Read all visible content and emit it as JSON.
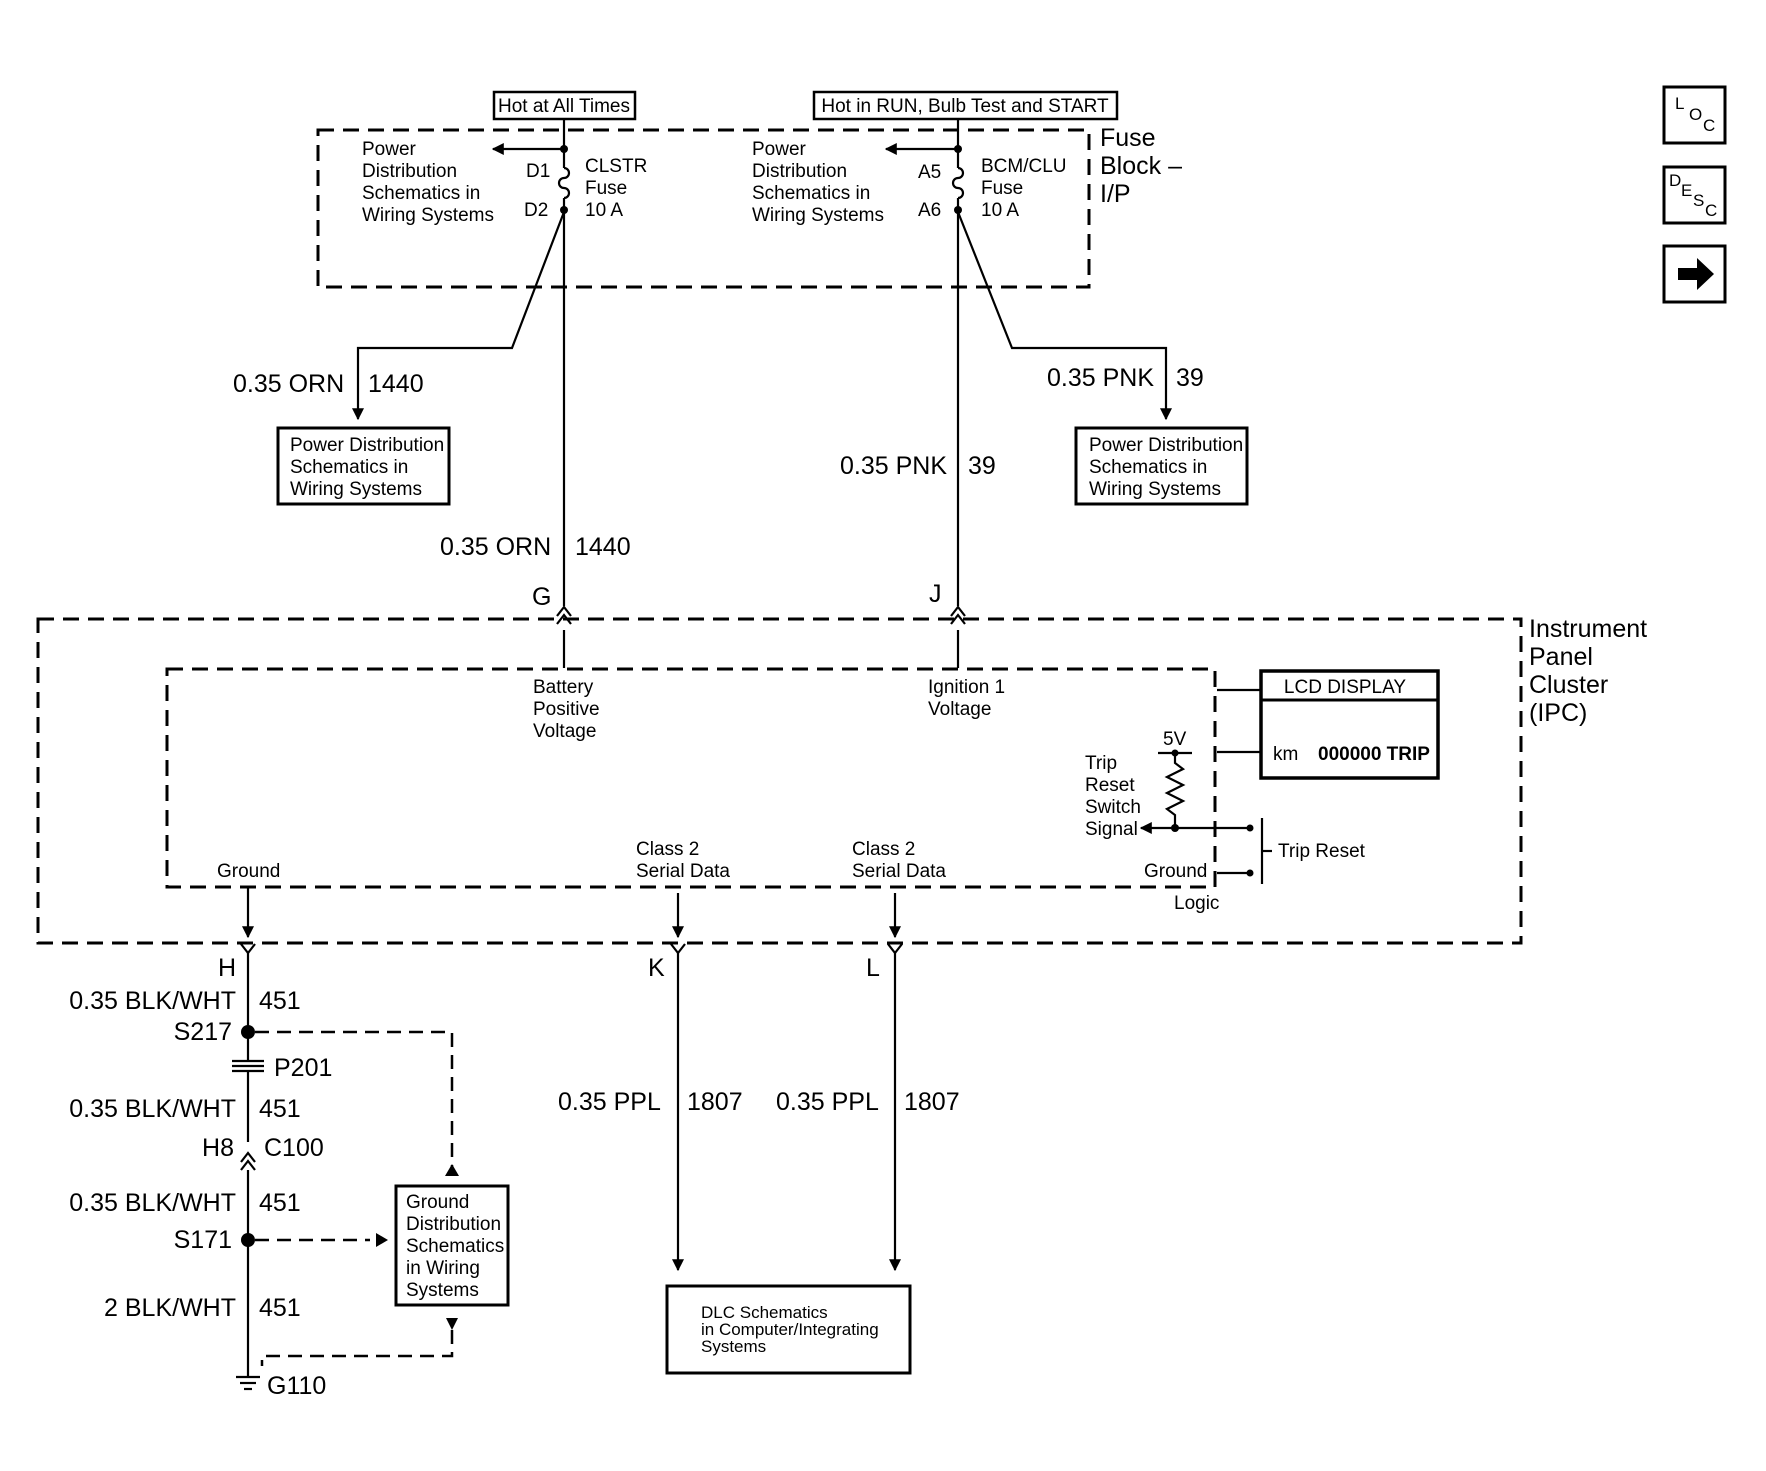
{
  "nav": {
    "loc": [
      "L",
      "O",
      "C"
    ],
    "desc": [
      "D",
      "E",
      "S",
      "C"
    ]
  },
  "fuse_block": {
    "label": [
      "Fuse",
      "Block –",
      "I/P"
    ],
    "hot_all_times": "Hot at All Times",
    "hot_run": "Hot in RUN, Bulb Test and START",
    "pd_text": [
      "Power",
      "Distribution",
      "Schematics in",
      "Wiring Systems"
    ],
    "fuse1": {
      "pin_top": "D1",
      "pin_bottom": "D2",
      "name": [
        "CLSTR",
        "Fuse",
        "10 A"
      ]
    },
    "fuse2": {
      "pin_top": "A5",
      "pin_bottom": "A6",
      "name": [
        "BCM/CLU",
        "Fuse",
        "10 A"
      ]
    }
  },
  "wires": {
    "orn_branch": {
      "size_color": "0.35 ORN",
      "circuit": "1440"
    },
    "orn_main": {
      "size_color": "0.35 ORN",
      "circuit": "1440"
    },
    "pnk_main": {
      "size_color": "0.35 PNK",
      "circuit": "39"
    },
    "pnk_branch": {
      "size_color": "0.35 PNK",
      "circuit": "39"
    },
    "blk1": {
      "size_color": "0.35 BLK/WHT",
      "circuit": "451"
    },
    "blk2": {
      "size_color": "0.35 BLK/WHT",
      "circuit": "451"
    },
    "blk3": {
      "size_color": "0.35 BLK/WHT",
      "circuit": "451"
    },
    "blk4": {
      "size_color": "2 BLK/WHT",
      "circuit": "451"
    },
    "ppl1": {
      "size_color": "0.35 PPL",
      "circuit": "1807"
    },
    "ppl2": {
      "size_color": "0.35 PPL",
      "circuit": "1807"
    }
  },
  "pd_box_left": [
    "Power Distribution",
    "Schematics in",
    "Wiring Systems"
  ],
  "pd_box_right": [
    "Power Distribution",
    "Schematics in",
    "Wiring Systems"
  ],
  "connectors": {
    "G": "G",
    "J": "J",
    "H": "H",
    "K": "K",
    "L": "L"
  },
  "ipc": {
    "label": [
      "Instrument",
      "Panel",
      "Cluster",
      "(IPC)"
    ],
    "battery": [
      "Battery",
      "Positive",
      "Voltage"
    ],
    "ignition": [
      "Ignition 1",
      "Voltage"
    ],
    "ground": "Ground",
    "class2_a": [
      "Class 2",
      "Serial Data"
    ],
    "class2_b": [
      "Class 2",
      "Serial Data"
    ],
    "lcd_title": "LCD DISPLAY",
    "lcd_unit": "km",
    "lcd_value": "000000 TRIP",
    "v5": "5V",
    "trip_signal": [
      "Trip",
      "Reset",
      "Switch",
      "Signal"
    ],
    "trip_reset": "Trip Reset",
    "logic_ground": "Ground",
    "logic": "Logic"
  },
  "ground_path": {
    "s217": "S217",
    "p201": "P201",
    "h8": "H8",
    "c100": "C100",
    "s171": "S171",
    "g110": "G110"
  },
  "ground_box": [
    "Ground",
    "Distribution",
    "Schematics",
    "in Wiring",
    "Systems"
  ],
  "dlc_box": [
    "DLC Schematics",
    "in Computer/Integrating",
    "Systems"
  ]
}
